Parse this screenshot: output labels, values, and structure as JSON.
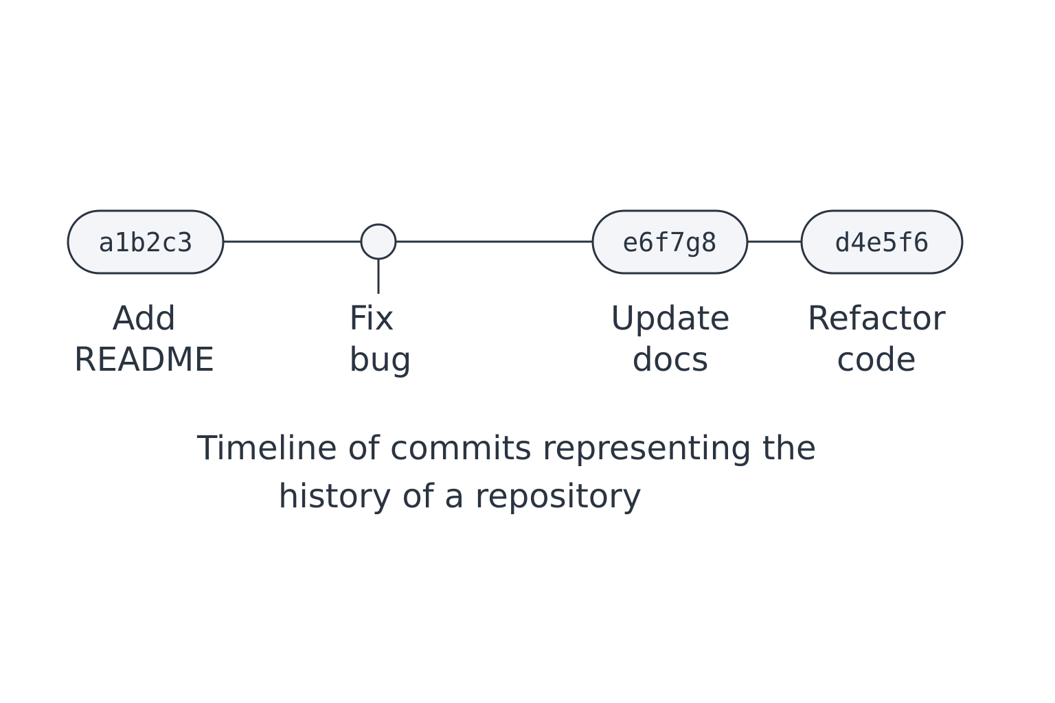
{
  "commits": [
    {
      "hash": "a1b2c3",
      "message": [
        "Add",
        "README"
      ]
    },
    {
      "hash": "",
      "message": [
        "Fix",
        "bug"
      ]
    },
    {
      "hash": "e6f7g8",
      "message": [
        "Update",
        "docs"
      ]
    },
    {
      "hash": "d4e5f6",
      "message": [
        "Refactor",
        "code"
      ]
    }
  ],
  "caption": {
    "line1": "Timeline of commits representing the",
    "line2": "history of a repository"
  },
  "colors": {
    "stroke": "#2a3441",
    "node_fill": "#f3f5f8",
    "background": "#ffffff"
  }
}
